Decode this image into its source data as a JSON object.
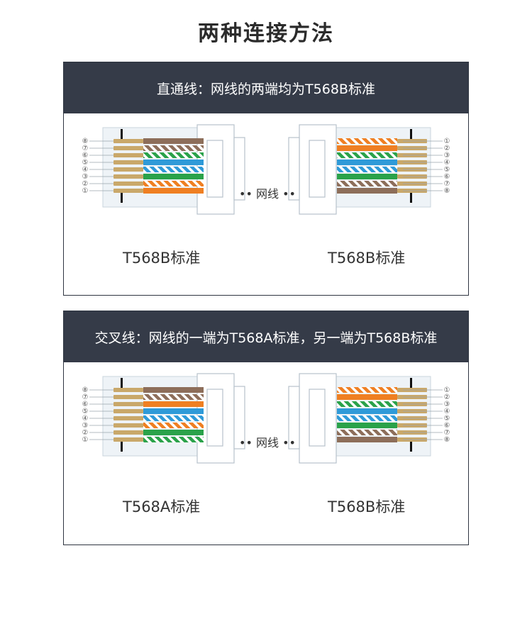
{
  "title": "两种连接方法",
  "panels": [
    {
      "heading": "直通线：网线的两端均为T568B标准",
      "left_label": "T568B标准",
      "right_label": "T568B标准",
      "middle_label": "网线",
      "left_pins": [
        "⑧",
        "⑦",
        "⑥",
        "⑤",
        "④",
        "③",
        "②",
        "①"
      ],
      "right_pins": [
        "①",
        "②",
        "③",
        "④",
        "⑤",
        "⑥",
        "⑦",
        "⑧"
      ],
      "left_wires": [
        "brown",
        "brown-stripe",
        "green-stripe",
        "blue",
        "blue-stripe",
        "green",
        "orange-stripe",
        "orange"
      ],
      "right_wires": [
        "orange-stripe",
        "orange",
        "green-stripe",
        "blue",
        "blue-stripe",
        "green",
        "brown-stripe",
        "brown"
      ]
    },
    {
      "heading": "交叉线：网线的一端为T568A标准，另一端为T568B标准",
      "left_label": "T568A标准",
      "right_label": "T568B标准",
      "middle_label": "网线",
      "left_pins": [
        "⑧",
        "⑦",
        "⑥",
        "⑤",
        "④",
        "③",
        "②",
        "①"
      ],
      "right_pins": [
        "①",
        "②",
        "③",
        "④",
        "⑤",
        "⑥",
        "⑦",
        "⑧"
      ],
      "left_wires": [
        "brown",
        "brown-stripe",
        "orange",
        "blue",
        "blue-stripe",
        "orange-stripe",
        "green",
        "green-stripe"
      ],
      "right_wires": [
        "orange-stripe",
        "orange",
        "green-stripe",
        "blue",
        "blue-stripe",
        "green",
        "brown-stripe",
        "brown"
      ]
    }
  ],
  "colors": {
    "header_bg": "#353b48",
    "gold": "#c9a86a",
    "orange": "#ef7f22",
    "green": "#2aa24a",
    "blue": "#2f9ad8",
    "brown": "#8d6e5a"
  }
}
